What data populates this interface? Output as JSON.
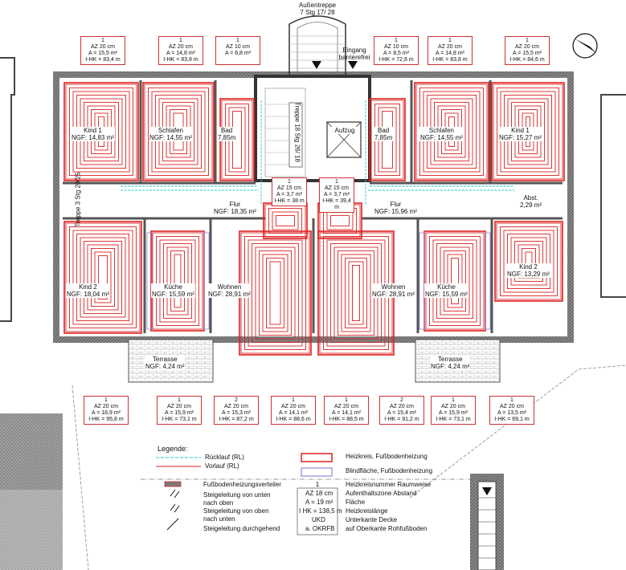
{
  "header": {
    "stair_title": "Außentreppe",
    "stair_sub": "7 Stg 17/ 28",
    "entrance_line1": "Eingang",
    "entrance_line2": "barrierefrei",
    "elevator": "Aufzug",
    "inner_stair": "Treppe 18 Stg 26/ 18",
    "side_stair": "Treppe 3 Stg 20/25"
  },
  "top_tags": [
    {
      "num": "1",
      "az": "AZ 20 cm",
      "a": "A = 15,5 m²",
      "ihk": "I-HK = 83,4 m"
    },
    {
      "num": "1",
      "az": "AZ 20 cm",
      "a": "A = 14,8 m²",
      "ihk": "I-HK = 83,8 m"
    },
    {
      "num": "1",
      "az": "AZ 10 cm",
      "a": "A = 6,8 m²",
      "ihk": ""
    },
    {
      "num": "1",
      "az": "AZ 10 cm",
      "a": "A = 8,5 m²",
      "ihk": "I-HK = 72,8 m"
    },
    {
      "num": "1",
      "az": "AZ 20 cm",
      "a": "A = 14,8 m²",
      "ihk": "I-HK = 83,8 m"
    },
    {
      "num": "1",
      "az": "AZ 20 cm",
      "a": "A = 15,5 m²",
      "ihk": "I-HK = 84,6 m"
    }
  ],
  "mid_tags": [
    {
      "num": "1",
      "az": "AZ 15 cm",
      "a": "A = 3,7 m²",
      "ihk": "I-HK = 38 m"
    },
    {
      "num": "1",
      "az": "AZ 15 cm",
      "a": "A = 3,7 m²",
      "ihk": "I-HK = 39,4 m"
    }
  ],
  "bottom_tags": [
    {
      "num": "1",
      "az": "AZ 20 cm",
      "a": "A = 18,9 m²",
      "ihk": "I-HK = 95,8 m"
    },
    {
      "num": "1",
      "az": "AZ 20 cm",
      "a": "A = 15,9 m²",
      "ihk": "I-HK = 73,1 m"
    },
    {
      "num": "2",
      "az": "AZ 20 cm",
      "a": "A = 15,3 m²",
      "ihk": "I-HK = 87,2 m"
    },
    {
      "num": "1",
      "az": "AZ 20 cm",
      "a": "A = 14,1 m²",
      "ihk": "I-HK = 88,6 m"
    },
    {
      "num": "1",
      "az": "AZ 20 cm",
      "a": "A = 14,1 m²",
      "ihk": "I-HK = 88,5 m"
    },
    {
      "num": "2",
      "az": "AZ 20 cm",
      "a": "A = 15,4 m²",
      "ihk": "I-HK = 91,2 m"
    },
    {
      "num": "1",
      "az": "AZ 20 cm",
      "a": "A = 15,9 m²",
      "ihk": "I-HK = 73,1 m"
    },
    {
      "num": "1",
      "az": "AZ 20 cm",
      "a": "A = 13,5 m²",
      "ihk": "I-HK = 69,1 m"
    }
  ],
  "rooms": [
    {
      "name": "Kind 1",
      "area": "NGF: 14,83 m²"
    },
    {
      "name": "Schlafen",
      "area": "NGF: 14,55 m²"
    },
    {
      "name": "Bad",
      "area": "7,85m"
    },
    {
      "name": "Bad",
      "area": "7,85m"
    },
    {
      "name": "Schlafen",
      "area": "NGF: 14,55 m²"
    },
    {
      "name": "Kind 1",
      "area": "NGF: 15,27 m²"
    },
    {
      "name": "Flur",
      "area": "NGF: 18,35 m²"
    },
    {
      "name": "Flur",
      "area": "NGF: 15,96 m²"
    },
    {
      "name": "Abst.",
      "area": "2,29 m²"
    },
    {
      "name": "Kind 2",
      "area": "NGF: 18,04 m²"
    },
    {
      "name": "Küche",
      "area": "NGF: 15,59 m²"
    },
    {
      "name": "Wohnen",
      "area": "NGF: 28,91 m²"
    },
    {
      "name": "Wohnen",
      "area": "NGF: 28,91 m²"
    },
    {
      "name": "Küche",
      "area": "NGF: 15,59 m²"
    },
    {
      "name": "Kind 2",
      "area": "NGF: 13,29 m²"
    },
    {
      "name": "Terrasse",
      "area": "NGF: 4,24 m²"
    },
    {
      "name": "Terrasse",
      "area": "NGF: 4,24 m²"
    }
  ],
  "legend": {
    "title": "Legende:",
    "return": "Rücklauf (RL)",
    "supply": "Vorlauf (RL)",
    "circuit": "Heizkreis, Fußbodenheizung",
    "blind": "Blindfläche, Fußbodenheizung",
    "distributor": "Fußbodenheizungsverteiler",
    "riser_up": "Steigeleitung von unten nach oben",
    "riser_down": "Steigeleitung von oben nach unten",
    "riser_through": "Steigeleitung durchgehend",
    "sample_num": "1",
    "sample_az": "AZ 18 cm",
    "sample_a": "A = 19 m²",
    "sample_ihk": "I HK = 138,5 m",
    "sample_ukd": "UKD",
    "sample_okrfb": "a. OKRFB",
    "desc_num": "Heizkreisnummer Raumweise",
    "desc_az": "Aufenthaltszone Abstand",
    "desc_a": "Fläche",
    "desc_ihk": "Heizkreislänge",
    "desc_ukd": "Unterkante Decke",
    "desc_okrfb": "auf Oberkante Rohfußboden"
  },
  "colors": {
    "circuit": "#d22",
    "return": "#2cc",
    "blind": "#88d",
    "wall": "#666"
  }
}
